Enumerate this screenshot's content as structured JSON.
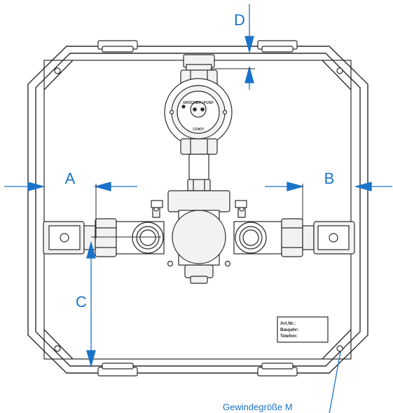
{
  "dimensions": {
    "a": "A",
    "b": "B",
    "c": "C",
    "d": "D"
  },
  "thread_note": "Gewindegröße M",
  "valve_label_top": "DRÜCKEN / PUSH",
  "valve_label_bottom": "CONTI",
  "nameplate": {
    "line1": "Art.Nr.:",
    "line2": "Baujahr:",
    "line3": "Telefon:"
  },
  "colors": {
    "dimension": "#1a73c8",
    "outline": "#2b2b2b",
    "fill": "#f2f2f2"
  }
}
